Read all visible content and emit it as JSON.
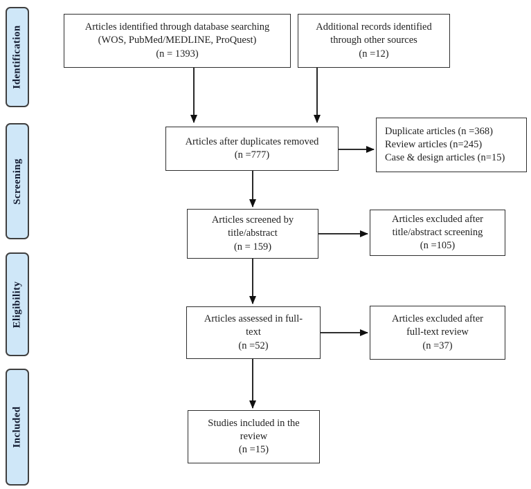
{
  "figure": {
    "kind": "prisma-flow-diagram"
  },
  "colors": {
    "stage_fill": "#cfe7f8",
    "stage_border": "#3f3f3f",
    "stage_text": "#121a30",
    "box_border": "#2d2d2d",
    "box_text": "#1f1f1f",
    "arrow": "#101010",
    "background": "#ffffff"
  },
  "stages": [
    {
      "label": "Identification"
    },
    {
      "label": "Screening"
    },
    {
      "label": "Eligibility"
    },
    {
      "label": "Included"
    }
  ],
  "boxes": {
    "db_search": {
      "lines": [
        "Articles identified through database searching",
        "(WOS, PubMed/MEDLINE, ProQuest)",
        "(n = 1393)"
      ]
    },
    "other_sources": {
      "lines": [
        "Additional records identified",
        "through other sources",
        "(n =12)"
      ]
    },
    "dup_removed": {
      "lines": [
        "Articles after duplicates removed",
        "(n =777)"
      ]
    },
    "removed_detail": {
      "lines": [
        "Duplicate articles (n =368)",
        "Review articles (n=245)",
        "Case & design articles (n=15)"
      ]
    },
    "screened": {
      "lines": [
        "Articles screened by",
        "title/abstract",
        "(n = 159)"
      ]
    },
    "excl_screen": {
      "lines": [
        "Articles excluded after",
        "title/abstract screening",
        "(n =105)"
      ]
    },
    "fulltext": {
      "lines": [
        "Articles assessed in full-",
        "text",
        "(n =52)"
      ]
    },
    "excl_fulltext": {
      "lines": [
        "Articles excluded after",
        "full-text review",
        "(n =37)"
      ]
    },
    "included": {
      "lines": [
        "Studies included in the",
        "review",
        "(n =15)"
      ]
    }
  }
}
